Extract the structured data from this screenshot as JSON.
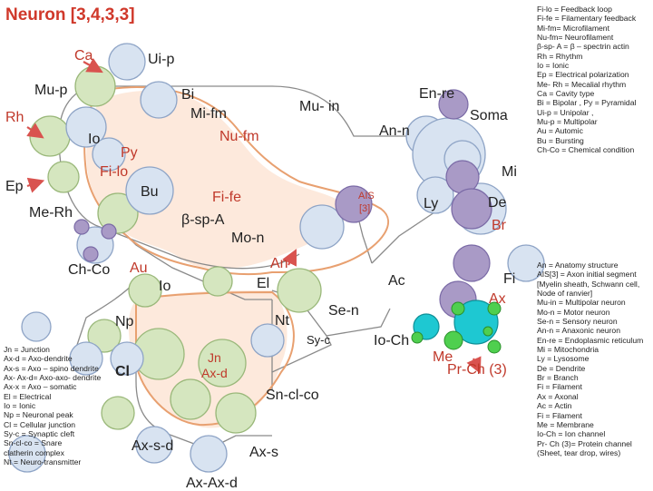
{
  "title": "Neuron [3,4,3,3]",
  "labels": {
    "ca": "Ca",
    "ui_p": "Ui-p",
    "mu_p": "Mu-p",
    "bi": "Bi",
    "mi_fm": "Mi-fm",
    "mu_in": "Mu- in",
    "en_re": "En-re",
    "soma": "Soma",
    "rh": "Rh",
    "io": "Io",
    "nu_fm": "Nu-fm",
    "an_n": "An-n",
    "py": "Py",
    "fi_lo": "Fi-lo",
    "mi": "Mi",
    "ep": "Ep",
    "bu": "Bu",
    "fi_fe": "Fi-fe",
    "ais": "AIS",
    "ais_num": "[3]",
    "ly": "Ly",
    "de": "De",
    "me_rh": "Me-Rh",
    "beta_sp_a": "β-sp-A",
    "br": "Br",
    "mo_n": "Mo-n",
    "ch_co": "Ch-Co",
    "au": "Au",
    "an": "An",
    "fi": "Fi",
    "io2": "Io",
    "el": "El",
    "ac": "Ac",
    "ax": "Ax",
    "se_n": "Se-n",
    "np": "Np",
    "nt": "Nt",
    "sy_c": "Sy-c",
    "io_ch": "Io-Ch",
    "me": "Me",
    "jn": "Jn",
    "ax_d": "Ax-d",
    "cl": "Cl",
    "pr_ch": "Pr-Ch (3)",
    "sn_cl_co": "Sn-cl-co",
    "ax_s_d": "Ax-s-d",
    "ax_s": "Ax-s",
    "ax_ax_d": "Ax-Ax-d"
  },
  "legend_left": [
    "Jn = Junction",
    "Ax-d = Axo-dendrite",
    "Ax-s = Axo – spino dendrite",
    "Ax- Ax-d= Axo-axo- dendrite",
    "Ax-x = Axo – somatic",
    "El = Electrical",
    "Io = Ionic",
    "Np = Neuronal peak",
    "Cl = Cellular junction",
    "Sy-c = Synaptic cleft",
    "Sn-cl-co = Snare",
    "clatherin complex",
    "Nt = Neuro-transmitter"
  ],
  "legend_right_top": [
    "Fi-lo = Feedback loop",
    "Fi-fe = Filamentary feedback",
    "Mi-fm= Microfilament",
    "Nu-fm= Neurofilament",
    "β-sp- A = β – spectrin actin",
    "Rh = Rhythm",
    "Io = Ionic",
    "Ep = Electrical polarization",
    "Me- Rh = Mecalial rhythm",
    "Ca = Cavity type",
    "Bi = Bipolar , Py = Pyramidal",
    "Ui-p = Unipolar ,",
    "Mu-p = Multipolar",
    "Au = Automic",
    "Bu = Bursting",
    "Ch-Co = Chemical condition"
  ],
  "legend_right_bottom": [
    "An = Anatomy structure",
    "AIS[3] = Axon initial segment",
    "[Myelin sheath, Schwann cell,",
    "Node of ranvier]",
    "Mu-in = Multipolar neuron",
    "Mo-n = Motor neuron",
    "Se-n = Sensory neuron",
    "An-n = Anaxonic neuron",
    "En-re = Endoplasmic reticulum",
    "Mi = Mitochondria",
    "Ly = Lysosome",
    "De = Dendrite",
    "Br = Branch",
    "Fi = Filament",
    "Ax = Axonal",
    "Ac = Actin",
    "Fi = Filament",
    "Me = Membrane",
    "Io-Ch = Ion channel",
    "Pr- Ch (3)= Protein channel",
    "(Sheet, tear drop, wires)"
  ],
  "colors": {
    "outline": "#8a8a8a",
    "orange": "#e8a070",
    "green_fill": "#d5e6bf",
    "green_stroke": "#9ab87a",
    "blue_fill": "#d8e3f1",
    "blue_stroke": "#8ea4c6",
    "purple": "#a99ac6",
    "teal": "#1ec8d2",
    "green_dot": "#4fcf4f",
    "peach": "#fde9dc",
    "red_text": "#c0392b",
    "arrow": "#d9534f"
  }
}
